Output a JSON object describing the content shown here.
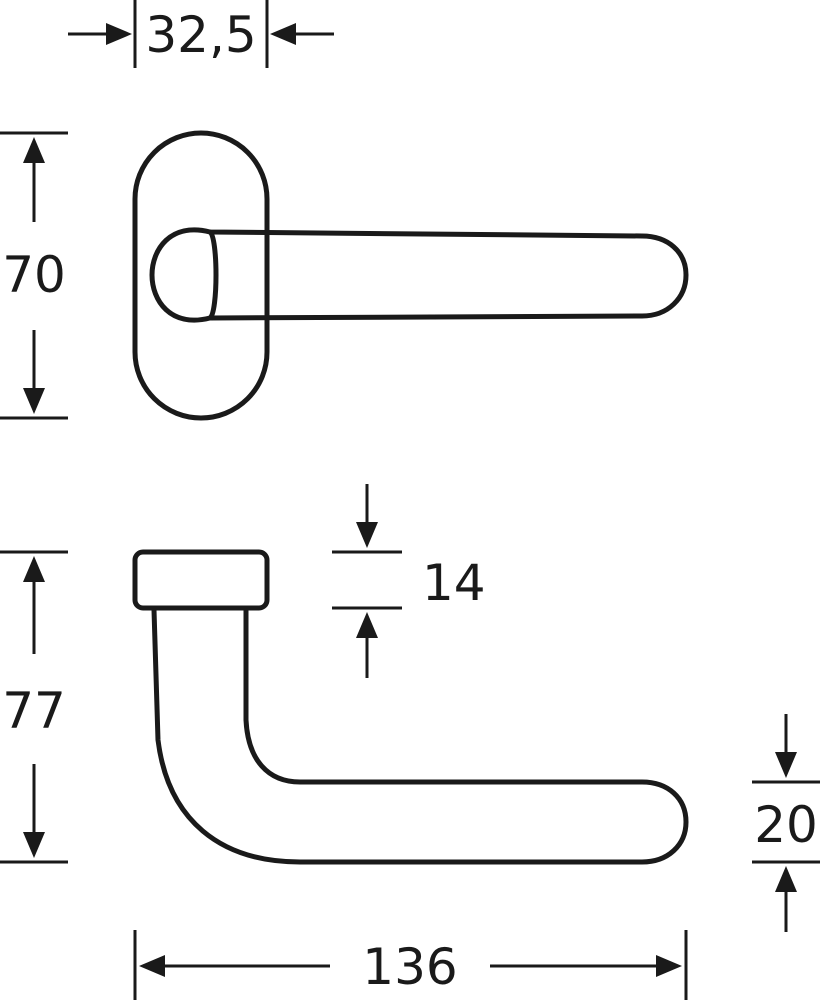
{
  "colors": {
    "line": "#1a1a1a",
    "background": "#ffffff"
  },
  "dimensions": {
    "rose_width": "32,5",
    "rose_height": "70",
    "lever_height": "77",
    "rose_thickness": "14",
    "grip_diameter": "20",
    "lever_length": "136"
  }
}
